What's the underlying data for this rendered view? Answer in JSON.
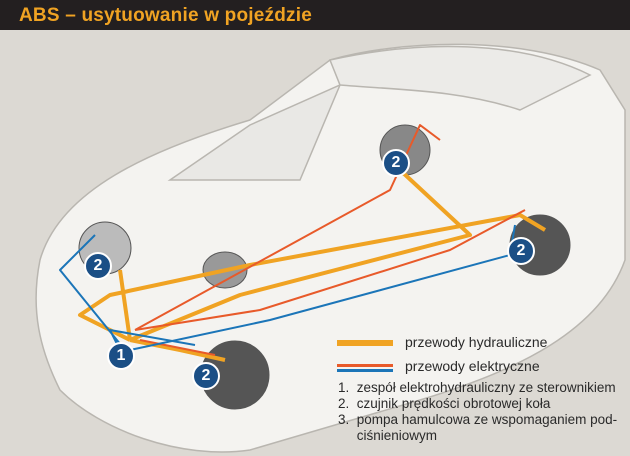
{
  "header": {
    "title": "ABS – usytuowanie w pojeździe"
  },
  "legend": {
    "hydraulic": {
      "label": "przewody hydrauliczne",
      "color": "#f0a323"
    },
    "electric": {
      "label": "przewody elektryczne",
      "colors": [
        "#e85a2a",
        "#1b75b8"
      ]
    }
  },
  "items": [
    {
      "num": "1.",
      "text": "zespół elektrohydrauliczny ze sterownikiem"
    },
    {
      "num": "2.",
      "text": "czujnik prędkości obrotowej koła"
    },
    {
      "num": "3.",
      "text": "pompa hamulcowa ze wspomaganiem pod-"
    },
    {
      "num": "",
      "text": "ciśnieniowym"
    }
  ],
  "markers": {
    "m1": "1",
    "m2a": "2",
    "m2b": "2",
    "m2c": "2",
    "m2d": "2"
  }
}
